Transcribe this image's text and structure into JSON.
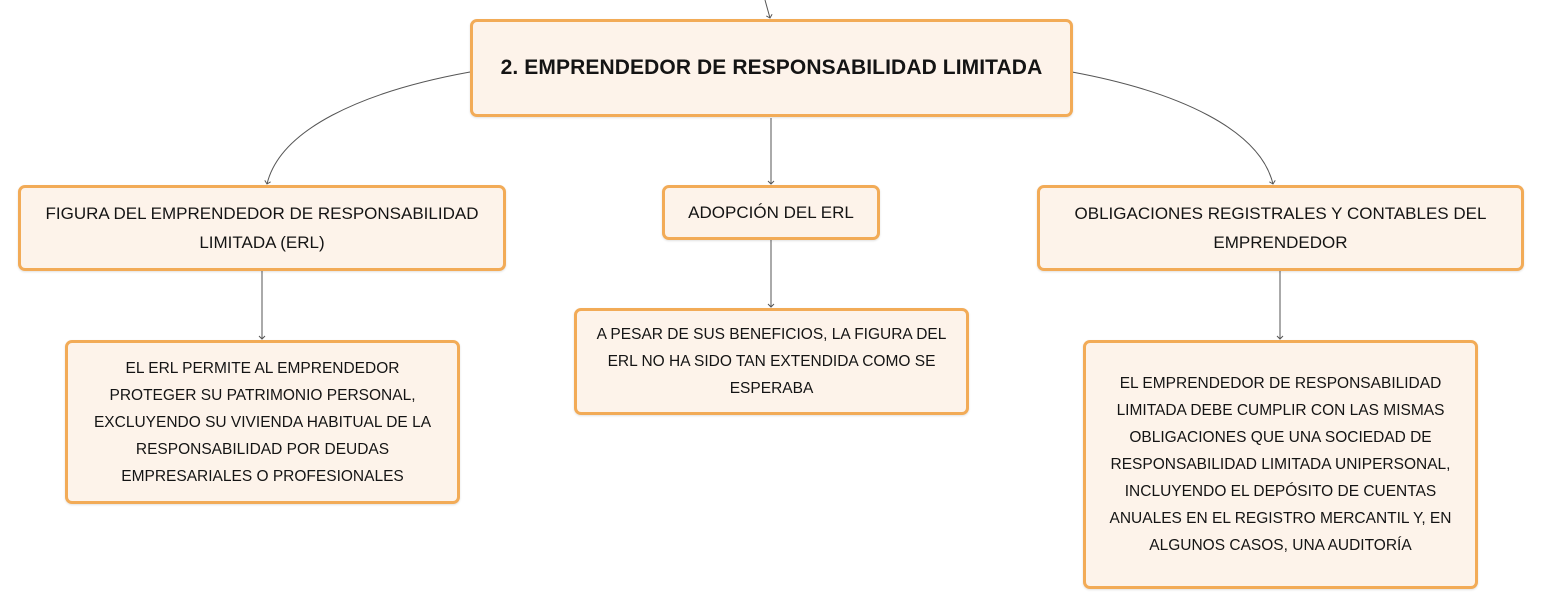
{
  "colors": {
    "node_fill": "#fdf3ea",
    "node_border": "#f2ab57",
    "connector": "#555555",
    "text": "#141414"
  },
  "nodes": {
    "root": {
      "text": "2. EMPRENDEDOR DE RESPONSABILIDAD LIMITADA"
    },
    "figura": {
      "text": "FIGURA DEL EMPRENDEDOR DE RESPONSABILIDAD\nLIMITADA (ERL)"
    },
    "adopcion": {
      "text": "ADOPCIÓN DEL ERL"
    },
    "obligaciones": {
      "text": "OBLIGACIONES REGISTRALES Y CONTABLES DEL\nEMPRENDEDOR"
    },
    "figura_detail": {
      "text": "EL ERL PERMITE AL EMPRENDEDOR\nPROTEGER SU PATRIMONIO PERSONAL,\nEXCLUYENDO SU VIVIENDA HABITUAL DE LA\nRESPONSABILIDAD POR DEUDAS\nEMPRESARIALES O PROFESIONALES"
    },
    "adopcion_detail": {
      "text": "A PESAR DE SUS BENEFICIOS, LA FIGURA DEL\nERL NO HA SIDO TAN EXTENDIDA COMO SE\nESPERABA"
    },
    "obligaciones_detail": {
      "text": "EL EMPRENDEDOR DE RESPONSABILIDAD\nLIMITADA DEBE CUMPLIR CON LAS MISMAS\nOBLIGACIONES QUE UNA SOCIEDAD DE\nRESPONSABILIDAD LIMITADA UNIPERSONAL,\nINCLUYENDO EL DEPÓSITO DE CUENTAS\nANUALES EN EL REGISTRO MERCANTIL Y, EN\nALGUNOS CASOS, UNA AUDITORÍA"
    }
  }
}
